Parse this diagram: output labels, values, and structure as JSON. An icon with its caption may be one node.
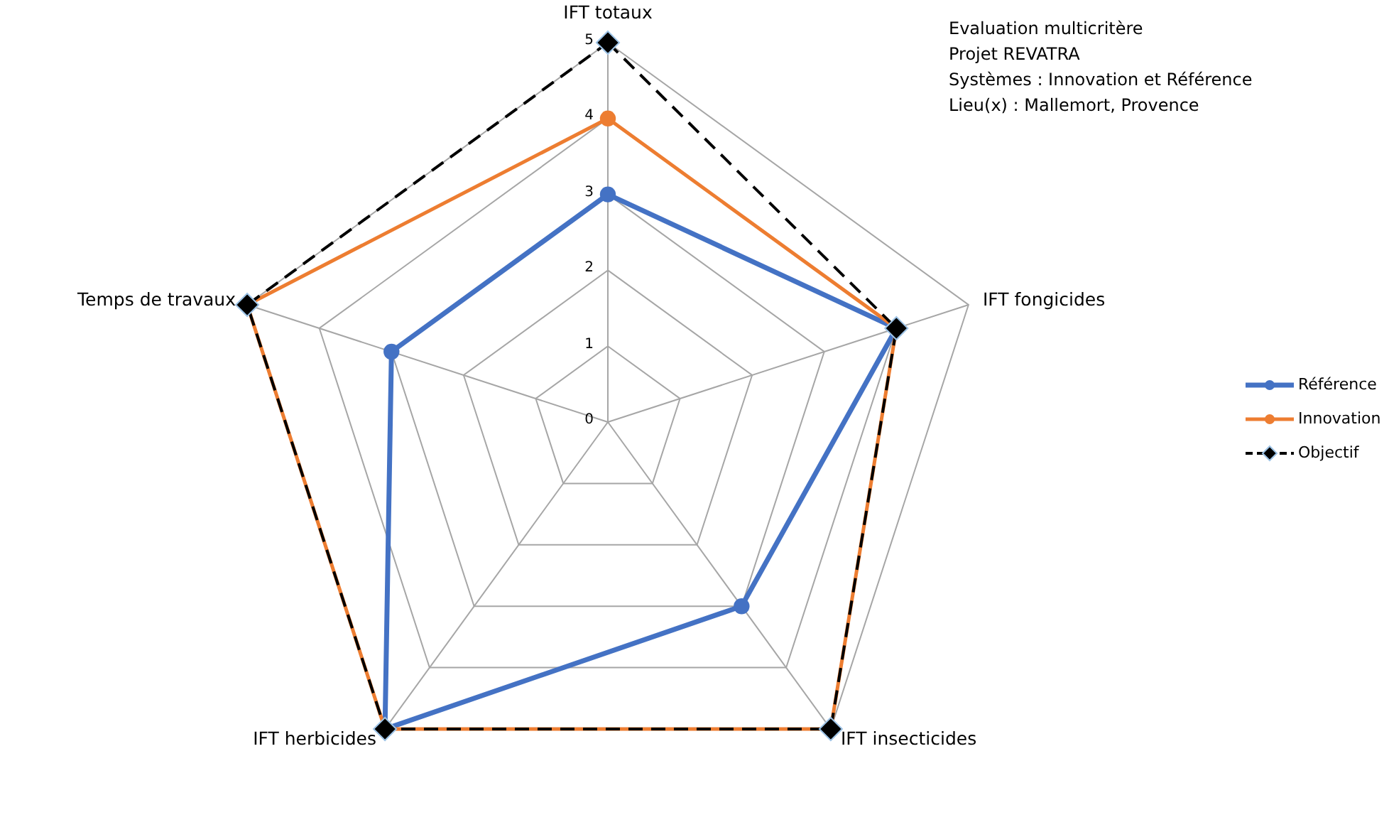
{
  "diagram": {
    "labels": [
      "IFT totaux",
      "Evaluation multicritère",
      "Projet REVATRA",
      "Systèmes : Innovation et Référence",
      "Lieu(x) : Mallemort, Provence",
      "5",
      "4",
      "3",
      "2",
      "Temps de travaux",
      "IFT fongicides",
      "1",
      "0",
      "IFT herbicides",
      "IFT insecticides"
    ],
    "legend": [
      {
        "text": "Référence"
      },
      {
        "text": "Innovation"
      },
      {
        "text": "Objectif"
      }
    ]
  }
}
